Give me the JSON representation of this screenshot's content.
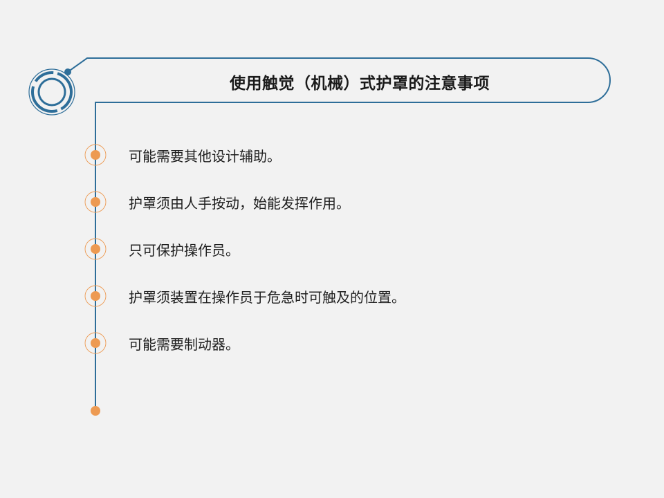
{
  "slide": {
    "title": "使用触觉（机械）式护罩的注意事项",
    "items": [
      "可能需要其他设计辅助。",
      "护罩须由人手按动，始能发挥作用。",
      "只可保护操作员。",
      "护罩须装置在操作员于危急时可触及的位置。",
      "可能需要制动器。"
    ]
  },
  "colors": {
    "background": "#f2f2f2",
    "line": "#2e6e99",
    "accent": "#ed9a52",
    "text": "#1f1f1f"
  }
}
